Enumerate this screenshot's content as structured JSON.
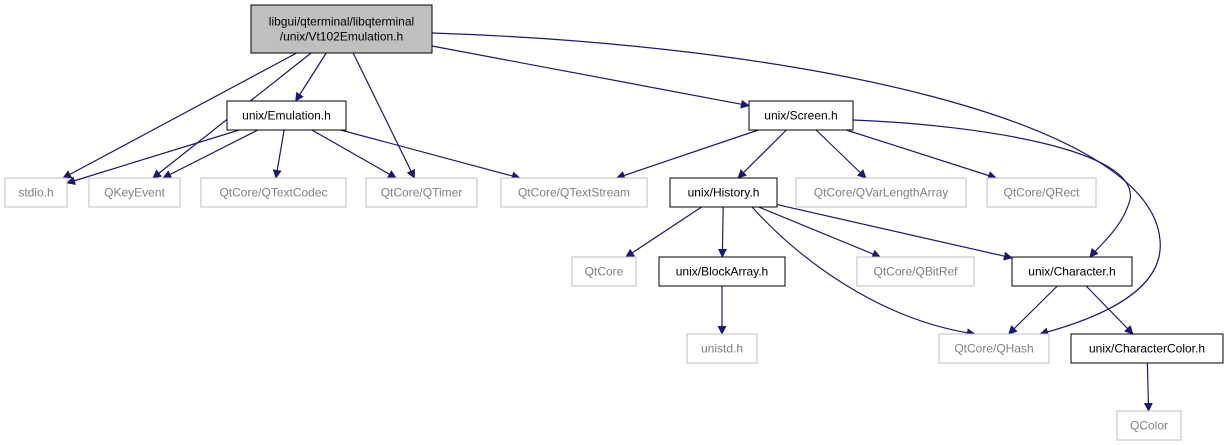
{
  "diagram": {
    "nodes": [
      {
        "id": "root",
        "label_lines": [
          "libgui/qterminal/libqterminal",
          "/unix/Vt102Emulation.h"
        ],
        "kind": "root"
      },
      {
        "id": "stdio",
        "label_lines": [
          "stdio.h"
        ],
        "kind": "external"
      },
      {
        "id": "qkeyevent",
        "label_lines": [
          "QKeyEvent"
        ],
        "kind": "external"
      },
      {
        "id": "emulation",
        "label_lines": [
          "unix/Emulation.h"
        ],
        "kind": "internal"
      },
      {
        "id": "qtextcodec",
        "label_lines": [
          "QtCore/QTextCodec"
        ],
        "kind": "external"
      },
      {
        "id": "qtimer",
        "label_lines": [
          "QtCore/QTimer"
        ],
        "kind": "external"
      },
      {
        "id": "qtextstream",
        "label_lines": [
          "QtCore/QTextStream"
        ],
        "kind": "external"
      },
      {
        "id": "screen",
        "label_lines": [
          "unix/Screen.h"
        ],
        "kind": "internal"
      },
      {
        "id": "history",
        "label_lines": [
          "unix/History.h"
        ],
        "kind": "internal"
      },
      {
        "id": "qvarlengtharray",
        "label_lines": [
          "QtCore/QVarLengthArray"
        ],
        "kind": "external"
      },
      {
        "id": "qrect",
        "label_lines": [
          "QtCore/QRect"
        ],
        "kind": "external"
      },
      {
        "id": "qtcore",
        "label_lines": [
          "QtCore"
        ],
        "kind": "external"
      },
      {
        "id": "blockarray",
        "label_lines": [
          "unix/BlockArray.h"
        ],
        "kind": "internal"
      },
      {
        "id": "qbitref",
        "label_lines": [
          "QtCore/QBitRef"
        ],
        "kind": "external"
      },
      {
        "id": "character",
        "label_lines": [
          "unix/Character.h"
        ],
        "kind": "internal"
      },
      {
        "id": "unistd",
        "label_lines": [
          "unistd.h"
        ],
        "kind": "external"
      },
      {
        "id": "qhash",
        "label_lines": [
          "QtCore/QHash"
        ],
        "kind": "external"
      },
      {
        "id": "charactercolor",
        "label_lines": [
          "unix/CharacterColor.h"
        ],
        "kind": "internal"
      },
      {
        "id": "qcolor",
        "label_lines": [
          "QColor"
        ],
        "kind": "external"
      }
    ],
    "edges": [
      [
        "root",
        "emulation"
      ],
      [
        "root",
        "stdio"
      ],
      [
        "root",
        "qkeyevent"
      ],
      [
        "root",
        "qtimer"
      ],
      [
        "root",
        "screen"
      ],
      [
        "root",
        "qhash"
      ],
      [
        "emulation",
        "stdio"
      ],
      [
        "emulation",
        "qkeyevent"
      ],
      [
        "emulation",
        "qtextcodec"
      ],
      [
        "emulation",
        "qtimer"
      ],
      [
        "emulation",
        "qtextstream"
      ],
      [
        "screen",
        "qtextstream"
      ],
      [
        "screen",
        "history"
      ],
      [
        "screen",
        "qvarlengtharray"
      ],
      [
        "screen",
        "qrect"
      ],
      [
        "screen",
        "character"
      ],
      [
        "history",
        "qtcore"
      ],
      [
        "history",
        "blockarray"
      ],
      [
        "history",
        "qbitref"
      ],
      [
        "history",
        "character"
      ],
      [
        "history",
        "qhash"
      ],
      [
        "blockarray",
        "unistd"
      ],
      [
        "character",
        "qhash"
      ],
      [
        "character",
        "charactercolor"
      ],
      [
        "charactercolor",
        "qcolor"
      ]
    ],
    "colors": {
      "edge": "#191970",
      "internal_border": "#000000",
      "external_border": "#bfbfbf",
      "root_fill": "#bfbfbf",
      "internal_text": "#000000",
      "external_text": "#808080"
    }
  }
}
